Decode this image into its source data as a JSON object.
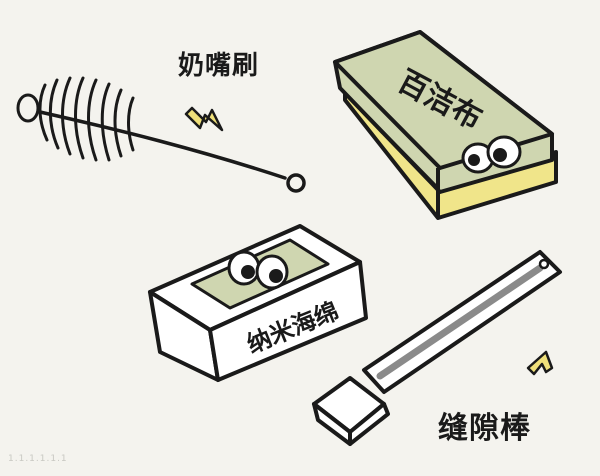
{
  "labels": {
    "bottle_brush": "奶嘴刷",
    "cleaning_cloth": "百洁布",
    "nano_sponge": "纳米海绵",
    "gap_stick": "缝隙棒"
  },
  "colors": {
    "background": "#f4f3ee",
    "outline": "#1a1a1a",
    "sponge_green": "#cfd6b0",
    "sponge_yellow": "#f0e58a",
    "arrow_yellow": "#efe07a",
    "stick_gray": "#8a8a8a"
  },
  "watermark": "1.1.1.1.1.1"
}
